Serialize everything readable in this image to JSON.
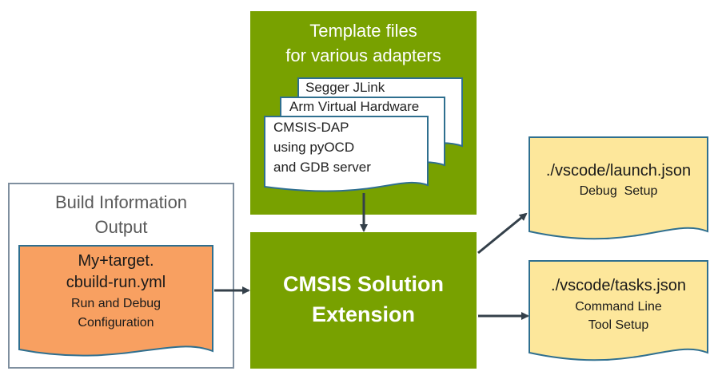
{
  "template_box": {
    "title_line1": "Template files",
    "title_line2": "for various adapters",
    "pages": [
      {
        "label": "Segger JLink"
      },
      {
        "label": "Arm Virtual Hardware"
      },
      {
        "lines": [
          "CMSIS-DAP",
          "using pyOCD",
          "and GDB server"
        ]
      }
    ]
  },
  "build_info": {
    "title_line1": "Build Information",
    "title_line2": "Output",
    "document": {
      "lines": [
        "My+target.",
        "cbuild-run.yml",
        "Run and Debug",
        "Configuration"
      ]
    }
  },
  "extension": {
    "line1": "CMSIS Solution",
    "line2": "Extension"
  },
  "outputs": [
    {
      "file": "./vscode/launch.json",
      "desc_lines": [
        "Debug  Setup"
      ]
    },
    {
      "file": "./vscode/tasks.json",
      "desc_lines": [
        "Command Line",
        "Tool Setup"
      ]
    }
  ],
  "colors": {
    "green": "#78a100",
    "orange_doc": "#f8a061",
    "yellow_doc": "#fde79b",
    "doc_border": "#2f6f8f",
    "arrow": "#34404a"
  }
}
